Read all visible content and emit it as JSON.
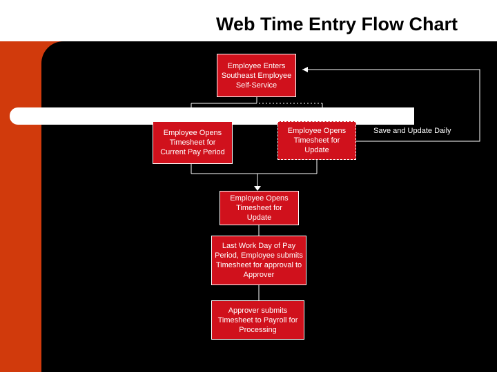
{
  "title": "Web Time Entry Flow Chart",
  "nodes": {
    "enter": "Employee Enters Southeast Employee Self-Service",
    "open_current": "Employee Opens Timesheet for Current Pay Period",
    "open_update_right": "Employee Opens Timesheet for Update",
    "open_update_center": "Employee Opens Timesheet for Update",
    "last_day": "Last Work Day of Pay Period, Employee submits Timesheet for approval to Approver",
    "approver": "Approver submits Timesheet to Payroll for Processing"
  },
  "loop_label": "Save and Update Daily",
  "colors": {
    "accent_red": "#d13a0c",
    "box_red": "#d0111c",
    "panel": "#000000"
  }
}
